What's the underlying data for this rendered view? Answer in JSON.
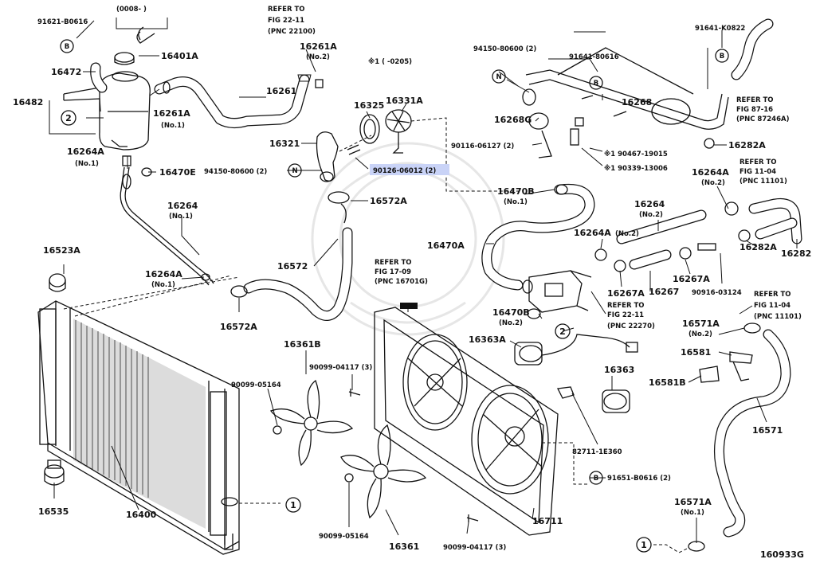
{
  "diagram_id": "160933G",
  "parts": {
    "p91621_b0616": "91621-B0616",
    "p0008": "(0008-    )",
    "p16401A": "16401A",
    "p16472": "16472",
    "p16482": "16482",
    "p16261A_no1": "16261A",
    "p16261A_no1_sub": "(No.1)",
    "p16264A_no1a": "16264A",
    "p16264A_no1a_sub": "(No.1)",
    "p16470E": "16470E",
    "p16264": "16264",
    "p16264_sub": "(No.1)",
    "p16523A": "16523A",
    "p16264A_no1b": "16264A",
    "p16264A_no1b_sub": "(No.1)",
    "p16572A_bot": "16572A",
    "p16535": "16535",
    "p16400": "16400",
    "p16261": "16261",
    "p16261A_no2": "16261A",
    "p16261A_no2_sub": "(No.2)",
    "p16325": "16325",
    "p16331A": "16331A",
    "p16321": "16321",
    "p94150_80600_left": "94150-80600 (2)",
    "p90126_06012": "90126-06012 (2)",
    "p16572A_top": "16572A",
    "p16572": "16572",
    "p16361B": "16361B",
    "p90099_04117_top": "90099-04117 (3)",
    "p90099_05164_top": "90099-05164",
    "p90099_05164_bot": "90099-05164",
    "p16361": "16361",
    "p90099_04117_bot": "90099-04117 (3)",
    "note_range": "※1 (      -0205)",
    "p94150_80600_right": "94150-80600 (2)",
    "p16268G": "16268G",
    "p16268": "16268",
    "p90116_06127": "90116-06127 (2)",
    "p16470B_no1": "16470B",
    "p16470B_no1_sub": "(No.1)",
    "p16470A": "16470A",
    "p16363A": "16363A",
    "p16470B_no2": "16470B",
    "p16470B_no2_sub": "(No.2)",
    "p16363": "16363",
    "p82711_1E360": "82711-1E360",
    "p91651_b0616": "91651-B0616 (2)",
    "p16711": "16711",
    "p91641_80616": "91641-80616",
    "p91641_k0822": "91641-K0822",
    "p90467_19015": "※1 90467-19015",
    "p90339_13006": "※1 90339-13006",
    "p16282A_top": "16282A",
    "p16264A_no2a": "16264A",
    "p16264A_no2a_sub": "(No.2)",
    "p16264_no2": "16264",
    "p16264_no2_sub": "(No.2)",
    "p16264A_no2b": "16264A",
    "p16264A_no2b_sub": "(No.2)",
    "p16267A_a": "16267A",
    "p16267": "16267",
    "p16267A_b": "16267A",
    "p16282A_bot": "16282A",
    "p16282": "16282",
    "p90916_03124": "90916-03124",
    "p16571A_no2": "16571A",
    "p16571A_no2_sub": "(No.2)",
    "p16581": "16581",
    "p16581B": "16581B",
    "p16571": "16571",
    "p16571A_no1": "16571A",
    "p16571A_no1_sub": "(No.1)"
  },
  "refs": {
    "fig22_11_top": [
      "REFER TO",
      "FIG 22-11",
      "(PNC 22100)"
    ],
    "fig17_09": [
      "REFER TO",
      "FIG 17-09",
      "(PNC 16701G)"
    ],
    "fig87_16": [
      "REFER TO",
      "FIG 87-16",
      "(PNC 87246A)"
    ],
    "fig11_04_top": [
      "REFER TO",
      "FIG 11-04",
      "(PNC 11101)"
    ],
    "fig22_11_mid": [
      "REFER TO",
      "FIG 22-11",
      "(PNC 22270)"
    ],
    "fig11_04_bot": [
      "REFER TO",
      "FIG 11-04",
      "(PNC 11101)"
    ]
  },
  "markers": {
    "b": "B",
    "n": "N",
    "one": "1",
    "two": "2"
  }
}
